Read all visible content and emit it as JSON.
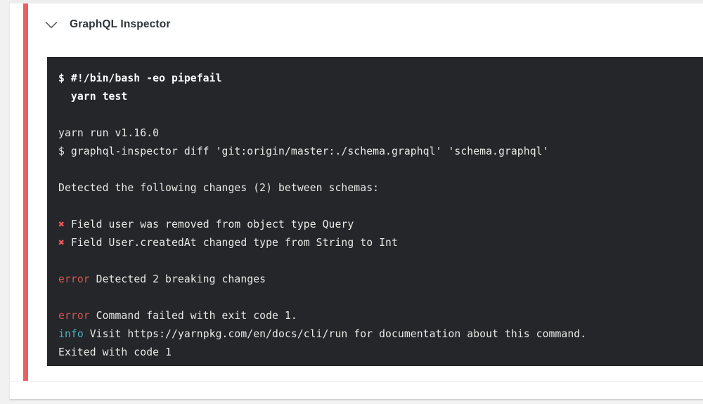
{
  "theme": {
    "page_background": "#f1f1f1",
    "card_background": "#ffffff",
    "accent_rail_color": "#ec5f5f",
    "terminal_background": "#24262a",
    "terminal_text_color": "#e9e9e6",
    "error_color": "#d6564f",
    "info_color": "#48b0bd",
    "marker_color": "#e8585c",
    "title_color": "#2f3337"
  },
  "job": {
    "title": "GraphQL Inspector",
    "collapse_icon": "chevron-down-icon"
  },
  "terminal": {
    "lines": [
      {
        "id": "cmd-shebang",
        "bold": true,
        "segments": [
          {
            "text": "$ #!/bin/bash -eo pipefail"
          }
        ]
      },
      {
        "id": "cmd-yarn-test",
        "bold": true,
        "segments": [
          {
            "text": "  yarn test"
          }
        ]
      },
      {
        "id": "spacer-1",
        "blank": true,
        "segments": [
          {
            "text": " "
          }
        ]
      },
      {
        "id": "yarn-version",
        "segments": [
          {
            "text": "yarn run v1.16.0"
          }
        ]
      },
      {
        "id": "cmd-inspector-diff",
        "segments": [
          {
            "text": "$ graphql-inspector diff 'git:origin/master:./schema.graphql' 'schema.graphql'"
          }
        ]
      },
      {
        "id": "spacer-2",
        "blank": true,
        "segments": [
          {
            "text": " "
          }
        ]
      },
      {
        "id": "detected-summary",
        "segments": [
          {
            "text": "Detected the following changes (2) between schemas:"
          }
        ]
      },
      {
        "id": "spacer-3",
        "blank": true,
        "segments": [
          {
            "text": " "
          }
        ]
      },
      {
        "id": "change-1",
        "segments": [
          {
            "text": "✖",
            "style": "marker"
          },
          {
            "text": " Field user was removed from object type Query"
          }
        ]
      },
      {
        "id": "change-2",
        "segments": [
          {
            "text": "✖",
            "style": "marker"
          },
          {
            "text": " Field User.createdAt changed type from String to Int"
          }
        ]
      },
      {
        "id": "spacer-4",
        "blank": true,
        "segments": [
          {
            "text": " "
          }
        ]
      },
      {
        "id": "error-breaking",
        "segments": [
          {
            "text": "error",
            "style": "error"
          },
          {
            "text": " Detected 2 breaking changes"
          }
        ]
      },
      {
        "id": "spacer-5",
        "blank": true,
        "segments": [
          {
            "text": " "
          }
        ]
      },
      {
        "id": "error-exit",
        "segments": [
          {
            "text": "error",
            "style": "error"
          },
          {
            "text": " Command failed with exit code 1."
          }
        ]
      },
      {
        "id": "info-visit",
        "segments": [
          {
            "text": "info",
            "style": "info"
          },
          {
            "text": " Visit https://yarnpkg.com/en/docs/cli/run for documentation about this command."
          }
        ]
      },
      {
        "id": "exited-code",
        "segments": [
          {
            "text": "Exited with code 1"
          }
        ]
      }
    ]
  }
}
